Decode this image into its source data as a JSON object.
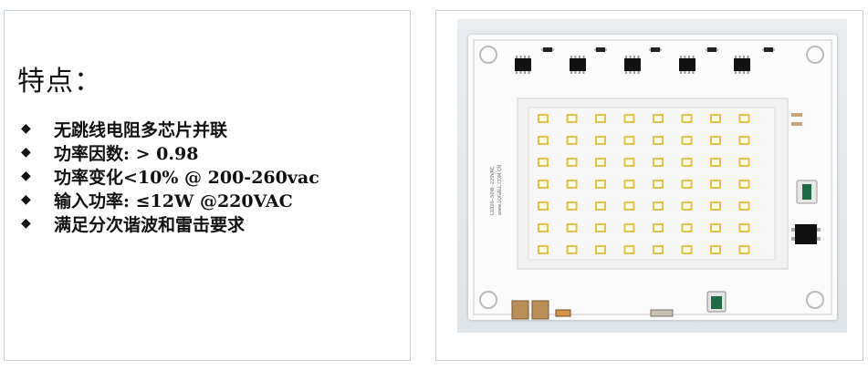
{
  "title": "特点：",
  "features": [
    {
      "text": "无跳线电阻多芯片并联"
    },
    {
      "text": "功率因数: > 0.98"
    },
    {
      "text": "功率变化<10% @ 200-260vac"
    },
    {
      "text": "输入功率: ≤12W @220VAC"
    },
    {
      "text": "满足分次谐波和雷击要求"
    }
  ],
  "bullet_symbol": "◆",
  "board": {
    "vertical_text": [
      "L1020--50W--220VAC",
      "www.LOGALL.COM.CN"
    ],
    "led_grid": {
      "rows": 7,
      "cols": 8
    }
  }
}
